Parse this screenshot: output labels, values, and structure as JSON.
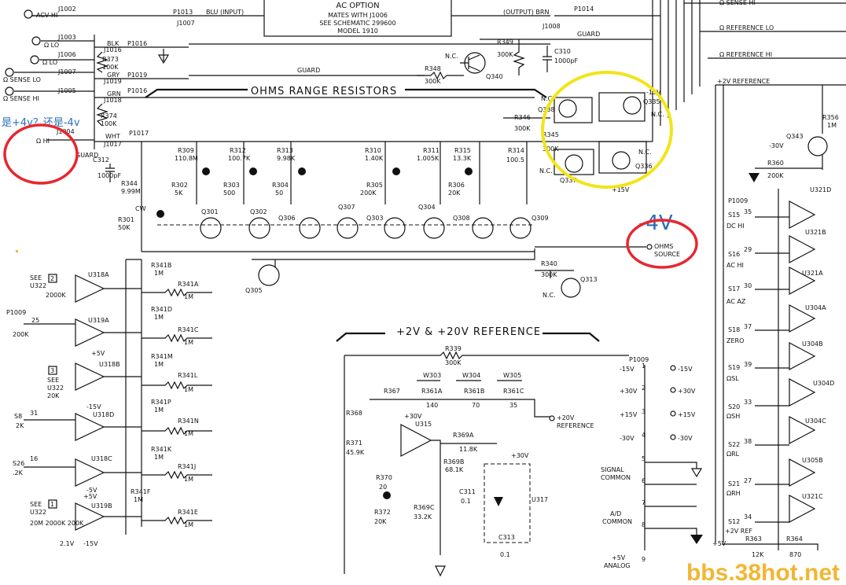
{
  "ac_option_box": {
    "title": "AC OPTION",
    "line1": "MATES WITH J1006",
    "line2": "SEE SCHEMATIC 299600",
    "line3": "MODEL 1910"
  },
  "top_wires": {
    "p1013": "P1013",
    "blu_input": "BLU (INPUT)",
    "j1007": "J1007",
    "output_brn": "(OUTPUT) BRN",
    "p1014": "P1014",
    "j1008": "J1008",
    "guard": "GUARD",
    "guard_mid": "GUARD",
    "guard_left": "GUARD"
  },
  "inputs": [
    {
      "name": "ACV HI",
      "jack": "J1002"
    },
    {
      "name": "Ω LO",
      "jack": "J1003"
    },
    {
      "name": "Ω LO",
      "jack": "J1006"
    },
    {
      "name": "Ω SENSE LO",
      "jack": "J1007"
    },
    {
      "name": "Ω SENSE HI",
      "jack": "J1005"
    },
    {
      "name": "Ω HI",
      "jack": "J1004"
    }
  ],
  "right_rails": {
    "sense_hi": "Ω SENSE HI",
    "ref_lo": "Ω REFERENCE LO",
    "ref_hi": "Ω REFERENCE HI",
    "plus2v_ref": "+2V REFERENCE"
  },
  "ohms_range": {
    "label": "OHMS RANGE RESISTORS"
  },
  "wire_colors": {
    "blk": "BLK",
    "grn": "GRN",
    "gry": "GRY",
    "wht": "WHT",
    "p1016": "P1016",
    "j1016": "J1016",
    "j1018": "J1018",
    "j1019": "J1019",
    "j1017": "J1017",
    "p1019": "P1019",
    "p1017": "P1017",
    "p1016b": "P1016"
  },
  "left_resistors": {
    "r373": "R373",
    "r373v": "100K",
    "r374": "R374",
    "r374v": "100K"
  },
  "range_resistors": [
    {
      "ref": "R309",
      "val": "110.8M"
    },
    {
      "ref": "R312",
      "val": "100.7K"
    },
    {
      "ref": "R313",
      "val": "9.98K"
    },
    {
      "ref": "R310",
      "val": "1.40K"
    },
    {
      "ref": "R311",
      "val": "1.005K"
    },
    {
      "ref": "R315",
      "val": "13.3K"
    },
    {
      "ref": "R314",
      "val": "100.5"
    }
  ],
  "trim_resistors": [
    {
      "ref": "R302",
      "val": "5K"
    },
    {
      "ref": "R303",
      "val": "500"
    },
    {
      "ref": "R304",
      "val": "50"
    },
    {
      "ref": "R305",
      "val": "200K"
    },
    {
      "ref": "R306",
      "val": "20K"
    }
  ],
  "mosfets": [
    "Q301",
    "Q302",
    "Q306",
    "Q307",
    "Q303",
    "Q304",
    "Q308",
    "Q309",
    "Q305"
  ],
  "misc_parts": {
    "c312": "C312",
    "c312v": "1000pF",
    "r344": "R344",
    "r344v": "9.99M",
    "r301": "R301",
    "r301v": "50K",
    "cw": "CW",
    "r349": "R349",
    "r349v": "300K",
    "c310": "C310",
    "c310v": "1000pF",
    "q340": "Q340",
    "r348": "R348",
    "r348v": "300K",
    "nc": "N.C.",
    "q338": "Q338",
    "q335": "Q335",
    "m15v": "-15V",
    "r346": "R346",
    "r346v": "300K",
    "r345": "R345",
    "r345v": "300K",
    "q337": "Q337",
    "q336": "Q336",
    "p15v": "+15V",
    "r340": "R340",
    "r340v": "300K",
    "q313": "Q313",
    "ohms_source": "OHMS",
    "ohms_source2": "SOURCE",
    "r356": "R356",
    "r356v": "1M",
    "q343": "Q343",
    "m30v": "-30V",
    "r360": "R360",
    "r360v": "200K"
  },
  "annotations": {
    "left_question": "是+4v？还是-4v",
    "minus4v": "-4V"
  },
  "left_amps": [
    {
      "ref": "U318A",
      "see": "SEE",
      "see2": "U322",
      "box": "2",
      "val": "2000K"
    },
    {
      "ref": "U319A",
      "see": "P1009",
      "box": "25",
      "val": "200K"
    },
    {
      "ref": "U318B",
      "see": "SEE",
      "see2": "U322",
      "box": "3",
      "val": "20K"
    },
    {
      "ref": "U318D",
      "see": "S8",
      "box": "31",
      "val": "2K"
    },
    {
      "ref": "U318C",
      "see": "S26",
      "box": "16",
      "val": ".2K"
    },
    {
      "ref": "U319B",
      "see": "SEE",
      "see2": "U322",
      "box": "1",
      "val": "20M 2000K 200K"
    }
  ],
  "ladder": [
    {
      "ref": "R341B",
      "val": "1M"
    },
    {
      "ref": "R341A",
      "val": "1M"
    },
    {
      "ref": "R341D",
      "val": "1M"
    },
    {
      "ref": "R341C",
      "val": "1M"
    },
    {
      "ref": "R341M",
      "val": "1M"
    },
    {
      "ref": "R341L",
      "val": "1M"
    },
    {
      "ref": "R341P",
      "val": "1M"
    },
    {
      "ref": "R341N",
      "val": "1M"
    },
    {
      "ref": "R341K",
      "val": "1M"
    },
    {
      "ref": "R341J",
      "val": "1M"
    },
    {
      "ref": "R341F",
      "val": "1M"
    },
    {
      "ref": "R341E",
      "val": "1M"
    }
  ],
  "supplies_bottom": {
    "v2": "2.1V",
    "m15": "-15V",
    "p5": "+5V",
    "m15b": "-15V",
    "m5": "-5V",
    "p5b": "+5V"
  },
  "reference": {
    "title": "+2V & +20V REFERENCE",
    "r339": "R339",
    "r339v": "300K",
    "w303": "W303",
    "w304": "W304",
    "w305": "W305",
    "r367": "R367",
    "r361a": "R361A",
    "r361av": "140",
    "r361b": "R361B",
    "r361bv": "70",
    "r361c": "R361C",
    "r361cv": "35",
    "r368": "R368",
    "r371": "R371",
    "r371v": "45.9K",
    "r370": "R370",
    "r370v": "20",
    "r372": "R372",
    "r372v": "20K",
    "u315": "U315",
    "p30v": "+30V",
    "r369a": "R369A",
    "r369av": "11.8K",
    "r369b": "R369B",
    "r369bv": "68.1K",
    "r369c": "R369C",
    "r369cv": "33.2K",
    "c311": "C311",
    "c311v": "0.1",
    "c313": "C313",
    "c313v": "0.1",
    "u317": "U317",
    "p20v_ref": "+20V",
    "p20v_ref2": "REFERENCE",
    "p30v_b": "+30V"
  },
  "connector": {
    "name": "P1009",
    "rows": [
      {
        "left": "-15V",
        "pin": "1",
        "right": "-15V"
      },
      {
        "left": "+30V",
        "pin": "2",
        "right": "+30V"
      },
      {
        "left": "+15V",
        "pin": "3",
        "right": "+15V"
      },
      {
        "left": "-30V",
        "pin": "4",
        "right": "-30V"
      },
      {
        "left": "",
        "pin": "5",
        "right": ""
      },
      {
        "left": "",
        "pin": "6",
        "right": ""
      },
      {
        "left": "",
        "pin": "7",
        "right": ""
      },
      {
        "left": "",
        "pin": "8",
        "right": ""
      },
      {
        "left": "",
        "pin": "9",
        "right": ""
      }
    ],
    "signal_common": "SIGNAL",
    "signal_common2": "COMMON",
    "ad_common": "A/D",
    "ad_common2": "COMMON",
    "analog": "+5V",
    "analog2": "ANALOG"
  },
  "right_amps": [
    {
      "sw": "S15",
      "pin": "35",
      "name": "DC HI",
      "ref": "U321D"
    },
    {
      "sw": "S16",
      "pin": "29",
      "name": "AC HI",
      "ref": "U321B"
    },
    {
      "sw": "S17",
      "pin": "30",
      "name": "AC AZ",
      "ref": "U321A"
    },
    {
      "sw": "S18",
      "pin": "37",
      "name": "ZERO",
      "ref": "U304A"
    },
    {
      "sw": "S19",
      "pin": "39",
      "name": "ΩSL",
      "ref": "U304B"
    },
    {
      "sw": "S20",
      "pin": "33",
      "name": "ΩSH",
      "ref": "U304D"
    },
    {
      "sw": "S22",
      "pin": "38",
      "name": "ΩRL",
      "ref": "U304C"
    },
    {
      "sw": "S21",
      "pin": "27",
      "name": "ΩRH",
      "ref": "U305B"
    },
    {
      "sw": "S12",
      "pin": "34",
      "name": "+2V REF",
      "ref": "U321C"
    }
  ],
  "right_extra": {
    "p1009": "P1009",
    "r363": "R363",
    "r363v": "12K",
    "r364": "R364",
    "r364v": "870",
    "p5v": "+5V"
  },
  "watermark": "bbs.38hot.net",
  "colors": {
    "highlight_red": "#e8262e",
    "highlight_yellow": "#f2e418",
    "annotation_blue": "#2b6fb7",
    "watermark": "#f2b632"
  }
}
